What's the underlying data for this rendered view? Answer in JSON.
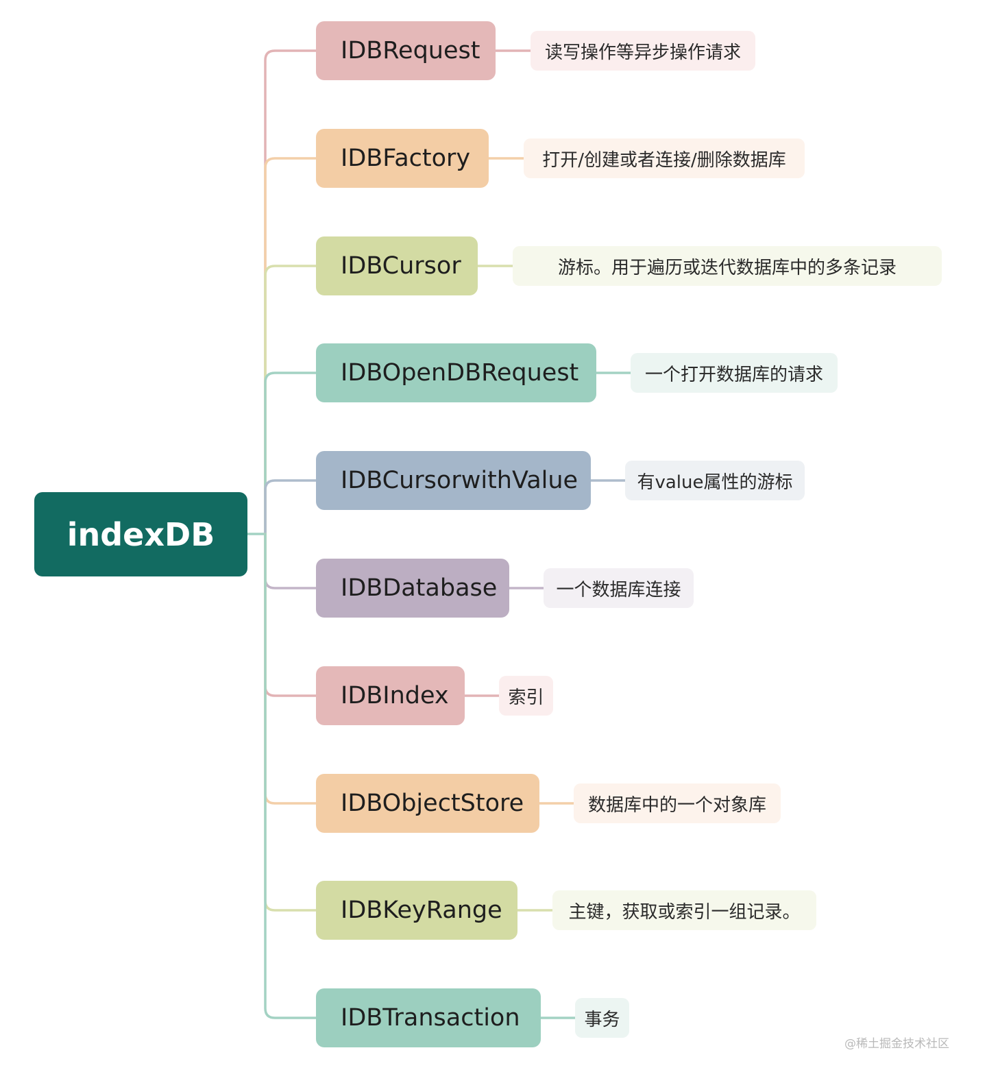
{
  "root": {
    "label": "indexDB",
    "color": "#126b61"
  },
  "branches": [
    {
      "label": "IDBRequest",
      "note": "读写操作等异步操作请求",
      "fill": "#e4b8b8",
      "line": "#e2b3b5",
      "note_bg": "#fbeeee"
    },
    {
      "label": "IDBFactory",
      "note": "打开/创建或者连接/删除数据库",
      "fill": "#f3cda5",
      "line": "#f3cfa9",
      "note_bg": "#fdf3ec"
    },
    {
      "label": "IDBCursor",
      "note": "游标。用于遍历或迭代数据库中的多条记录",
      "fill": "#d3dba3",
      "line": "#d8dfad",
      "note_bg": "#f6f8ec"
    },
    {
      "label": "IDBOpenDBRequest",
      "note": "一个打开数据库的请求",
      "fill": "#9ccfbf",
      "line": "#a3d2c3",
      "note_bg": "#ecf5f2"
    },
    {
      "label": "IDBCursorwithValue",
      "note": "有value属性的游标",
      "fill": "#a4b6c9",
      "line": "#aebccc",
      "note_bg": "#eef1f4"
    },
    {
      "label": "IDBDatabase",
      "note": "一个数据库连接",
      "fill": "#bcaec2",
      "line": "#c3b5c8",
      "note_bg": "#f3f0f4"
    },
    {
      "label": "IDBIndex",
      "note": "索引",
      "fill": "#e4b8b8",
      "line": "#e2b3b5",
      "note_bg": "#fbeeee"
    },
    {
      "label": "IDBObjectStore",
      "note": "数据库中的一个对象库",
      "fill": "#f3cda5",
      "line": "#f3cfa9",
      "note_bg": "#fdf3ec"
    },
    {
      "label": "IDBKeyRange",
      "note": "主键，获取或索引一组记录。",
      "fill": "#d3dba3",
      "line": "#d8dfad",
      "note_bg": "#f6f8ec"
    },
    {
      "label": "IDBTransaction",
      "note": "事务",
      "fill": "#9ccfbf",
      "line": "#a3d2c3",
      "note_bg": "#ecf5f2"
    }
  ],
  "watermark": "@稀土掘金技术社区"
}
